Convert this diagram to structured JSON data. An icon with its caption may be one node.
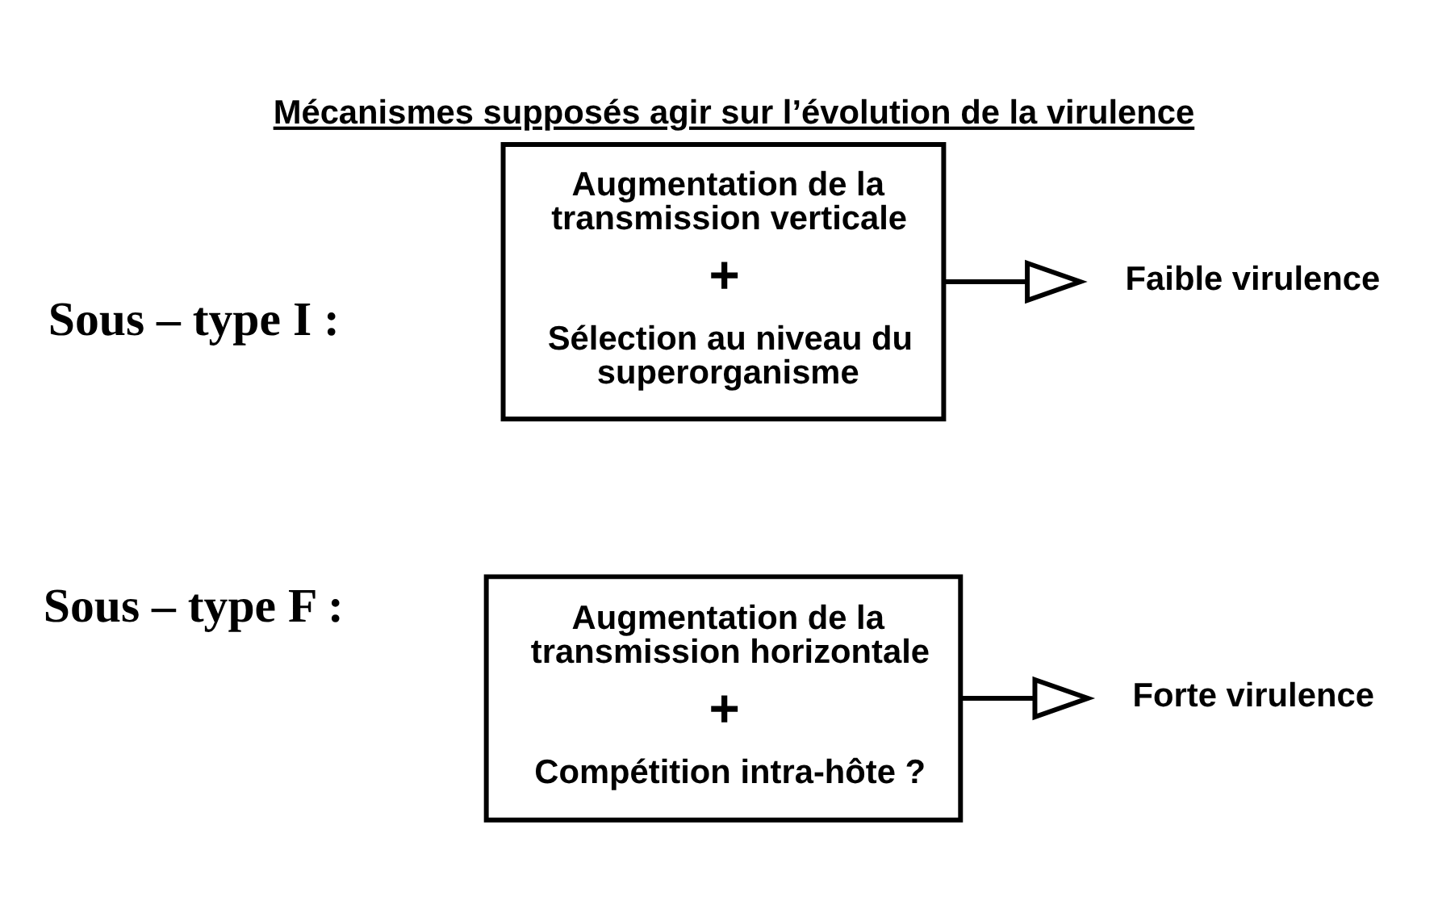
{
  "diagram": {
    "title": "Mécanismes supposés agir sur l’évolution de la virulence",
    "nodes": [
      {
        "text": [
          "Augmentation de la transmission verticale",
          "+",
          "Sélection au niveau du superorganisme"
        ],
        "beside": [
          "Sous – type I :"
        ]
      },
      {
        "text": [
          "Faible virulence"
        ]
      },
      {
        "text": [
          "Augmentation de la transmission horizontale",
          "+",
          "Compétition intra-hôte ?"
        ],
        "beside": [
          "Sous – type F :"
        ]
      },
      {
        "text": [
          "Forte virulence"
        ]
      }
    ],
    "edges": [
      {
        "from": 0,
        "to": 1,
        "arrow": "to"
      },
      {
        "from": 2,
        "to": 3,
        "arrow": "to"
      }
    ]
  }
}
